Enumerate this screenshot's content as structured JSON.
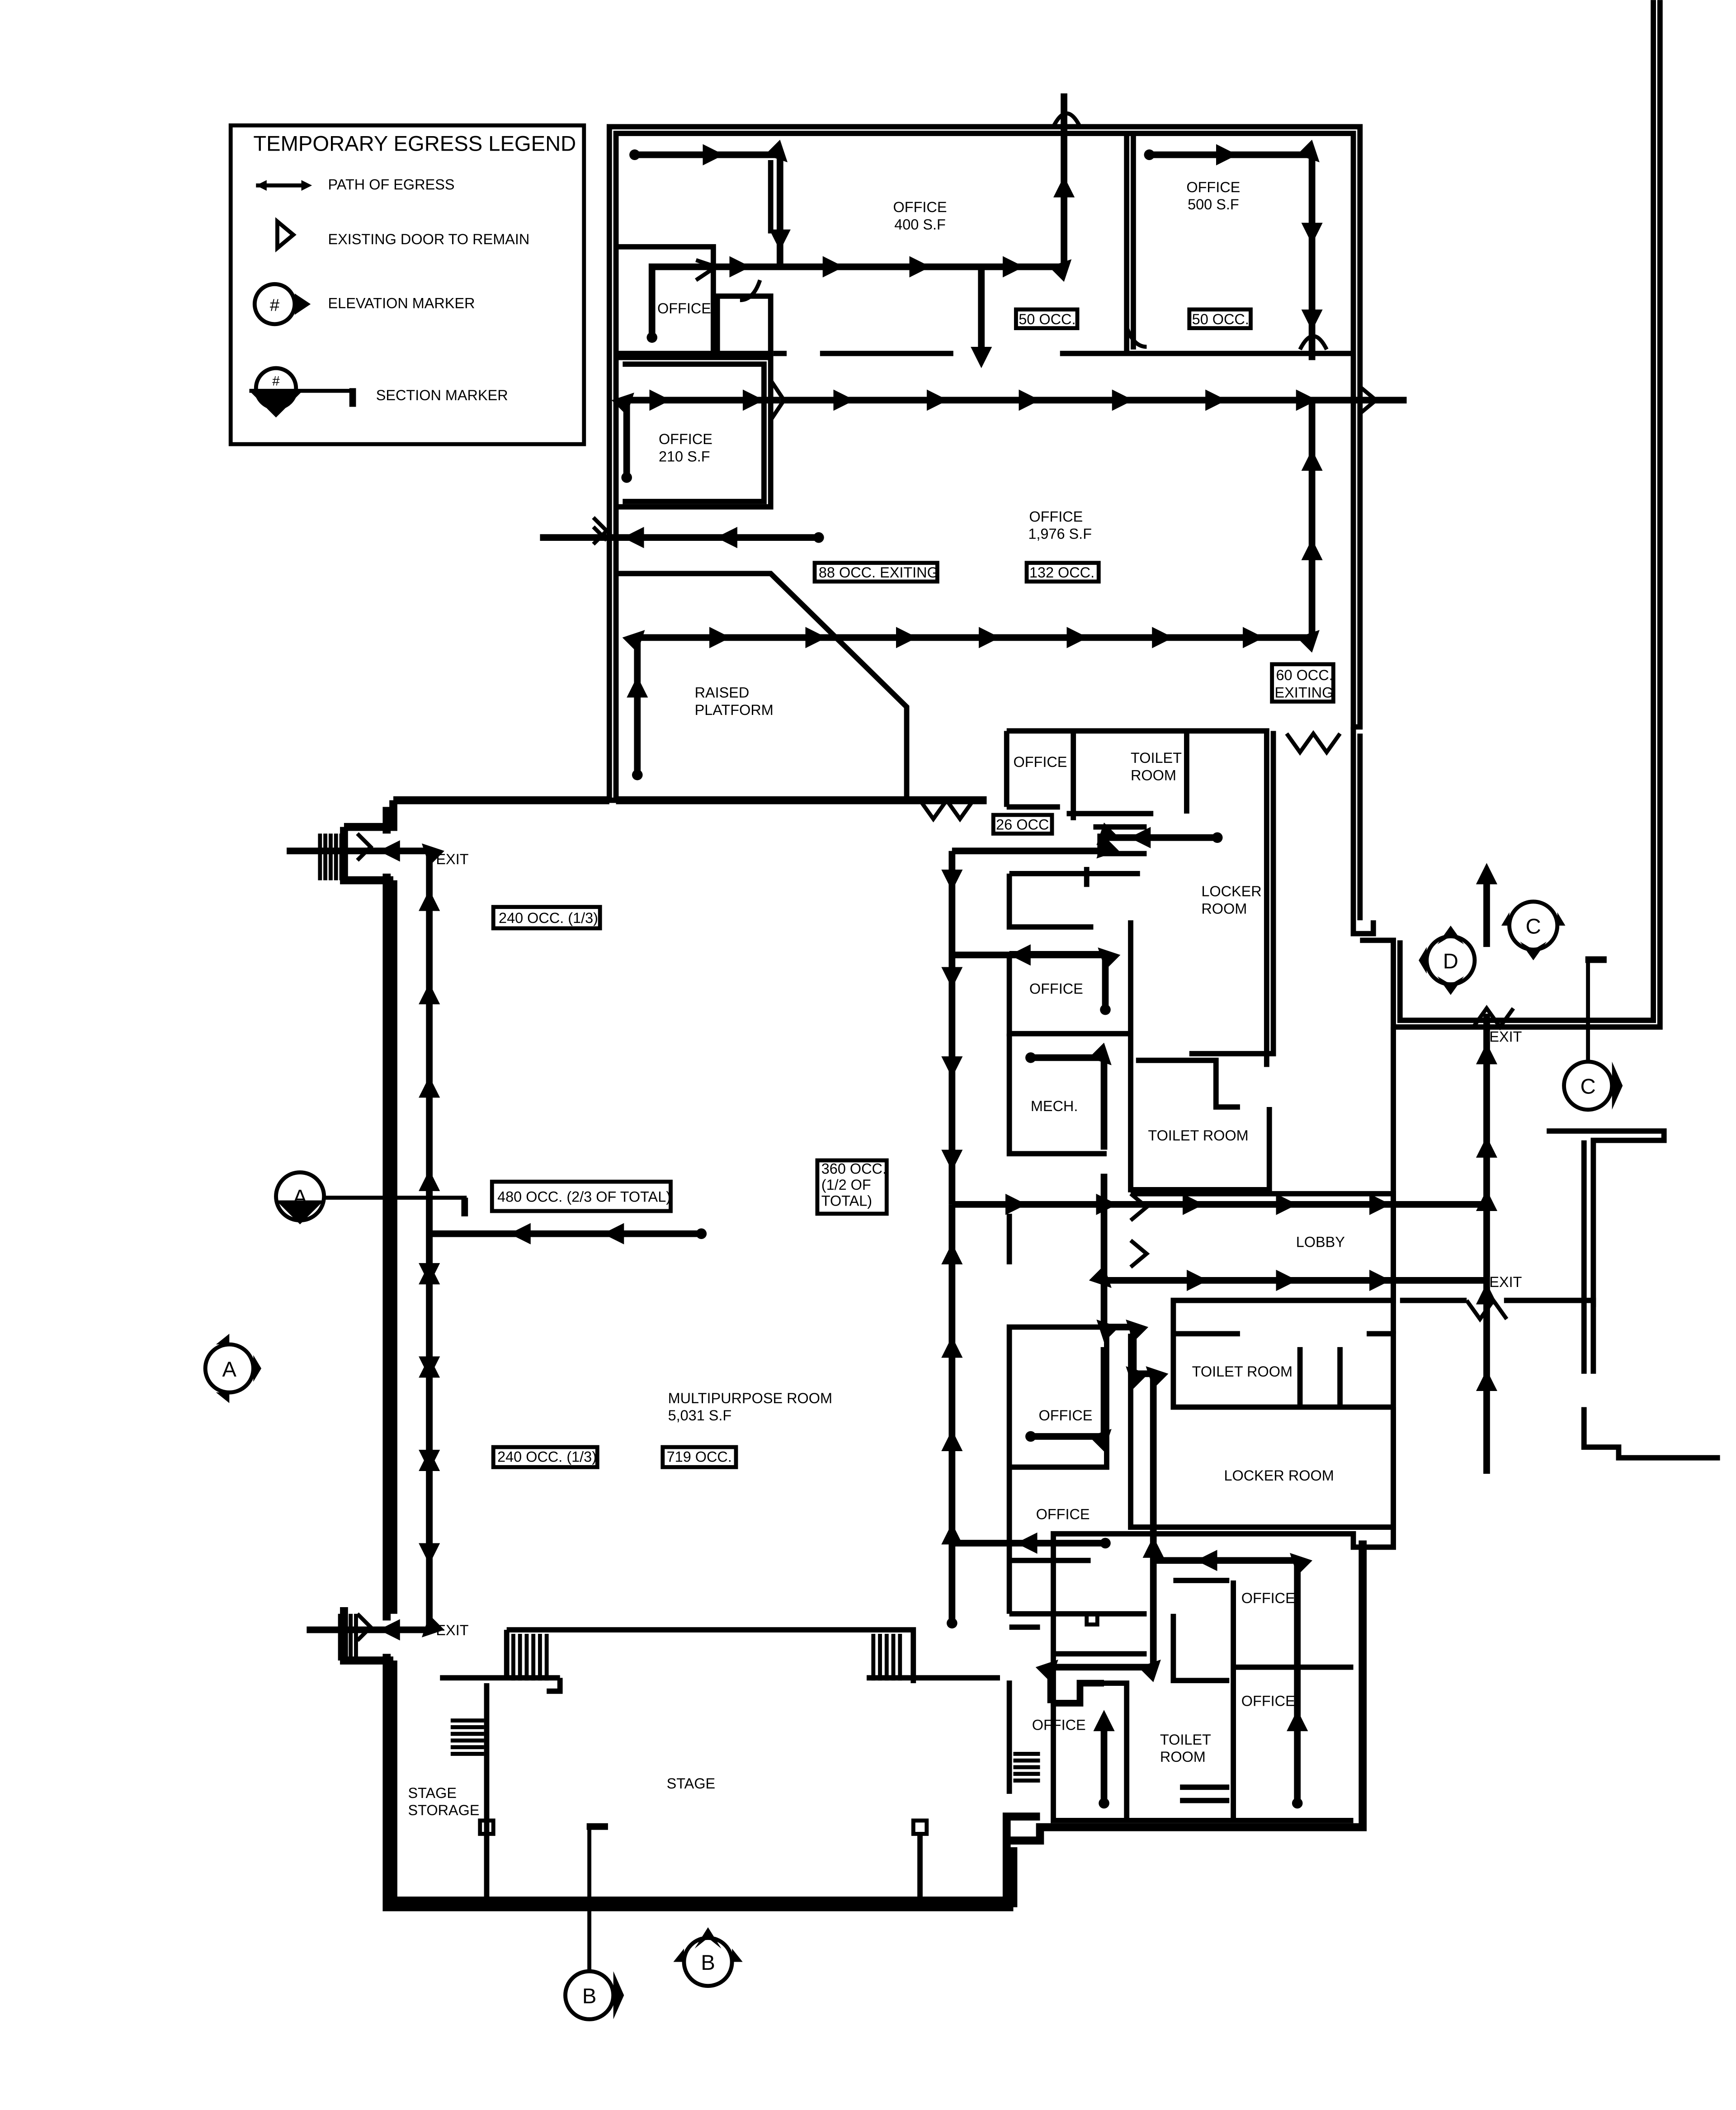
{
  "legend": {
    "title": "TEMPORARY EGRESS LEGEND",
    "items": [
      {
        "icon": "egress-path-arrow-icon",
        "label": "PATH OF EGRESS"
      },
      {
        "icon": "door-swing-icon",
        "label": "EXISTING DOOR TO REMAIN"
      },
      {
        "icon": "elevation-marker-icon",
        "label": "ELEVATION MARKER",
        "symbol": "#"
      },
      {
        "icon": "section-marker-icon",
        "label": "SECTION MARKER",
        "symbol_top": "#",
        "symbol_bottom": "####"
      }
    ]
  },
  "rooms": {
    "office_400": [
      "OFFICE",
      "400 S.F"
    ],
    "office_500": [
      "OFFICE",
      "500 S.F"
    ],
    "office_small_nw": [
      "OFFICE"
    ],
    "office_210": [
      "OFFICE",
      "210 S.F"
    ],
    "office_1976": [
      "OFFICE",
      "1,976 S.F"
    ],
    "raised_platform": [
      "RAISED",
      "PLATFORM"
    ],
    "office_mid": [
      "OFFICE"
    ],
    "toilet_room_top": [
      "TOILET",
      "ROOM"
    ],
    "locker_room_top": [
      "LOCKER",
      "ROOM"
    ],
    "office_east_1": [
      "OFFICE"
    ],
    "mech": [
      "MECH."
    ],
    "toilet_room_east": [
      "TOILET ROOM"
    ],
    "lobby": [
      "LOBBY"
    ],
    "toilet_room_lower": [
      "TOILET ROOM"
    ],
    "office_east_2": [
      "OFFICE"
    ],
    "locker_room_lower": [
      "LOCKER ROOM"
    ],
    "office_east_3": [
      "OFFICE"
    ],
    "office_se_1": [
      "OFFICE"
    ],
    "office_se_2": [
      "OFFICE"
    ],
    "office_s": [
      "OFFICE"
    ],
    "toilet_room_s": [
      "TOILET",
      "ROOM"
    ],
    "multipurpose": [
      "MULTIPURPOSE ROOM",
      "5,031 S.F"
    ],
    "stage": [
      "STAGE"
    ],
    "stage_storage": [
      "STAGE",
      "STORAGE"
    ]
  },
  "occupancy": {
    "occ_50_a": "50 OCC.",
    "occ_50_b": "50 OCC.",
    "occ_88": "88 OCC. EXITING",
    "occ_132": "132 OCC.",
    "occ_60": [
      "60 OCC.",
      "EXITING"
    ],
    "occ_26": "26 OCC.",
    "occ_240_top": "240 OCC. (1/3)",
    "occ_480": "480 OCC. (2/3 OF TOTAL)",
    "occ_360": [
      "360 OCC.",
      "(1/2 OF",
      "TOTAL)"
    ],
    "occ_240_bottom": "240 OCC. (1/3)",
    "occ_719": "719 OCC."
  },
  "exits": {
    "west_top": "EXIT",
    "west_bottom": "EXIT",
    "east_top": "EXIT",
    "east_lobby": "EXIT"
  },
  "markers": {
    "elev_a_west": "A",
    "elev_a_section": "A",
    "elev_b_south": "B",
    "elev_b_section": "B",
    "elev_c_north": "C",
    "elev_c_section": "C",
    "elev_d": "D"
  }
}
